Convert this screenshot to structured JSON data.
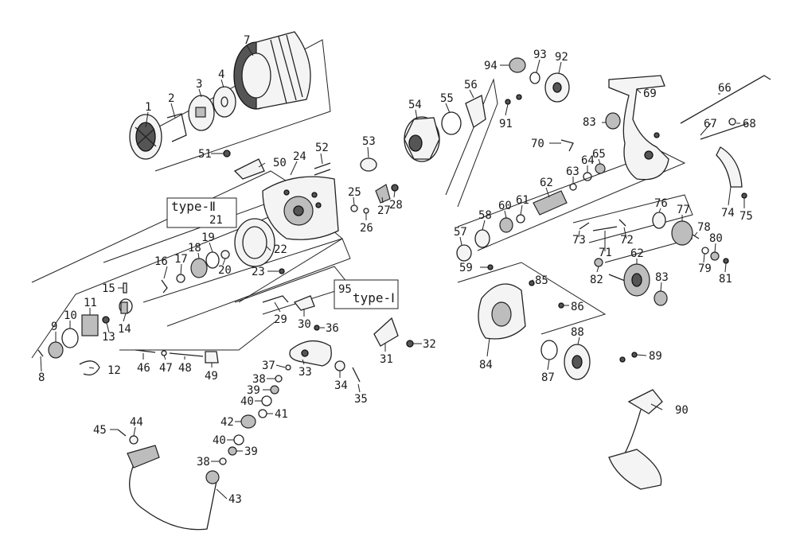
{
  "type_labels": {
    "type_ii": "type-Ⅱ",
    "type_i": "type-Ⅰ"
  },
  "labels": {
    "p1": "1",
    "p2": "2",
    "p3": "3",
    "p4": "4",
    "p7": "7",
    "p8": "8",
    "p9": "9",
    "p10": "10",
    "p11": "11",
    "p12": "12",
    "p13": "13",
    "p14": "14",
    "p15": "15",
    "p16": "16",
    "p17": "17",
    "p18": "18",
    "p19": "19",
    "p20": "20",
    "p21": "21",
    "p22": "22",
    "p23": "23",
    "p24": "24",
    "p25": "25",
    "p26": "26",
    "p27": "27",
    "p28": "28",
    "p29": "29",
    "p30": "30",
    "p31": "31",
    "p32": "32",
    "p33": "33",
    "p34": "34",
    "p35": "35",
    "p36": "36",
    "p37": "37",
    "p38a": "38",
    "p38b": "38",
    "p39a": "39",
    "p39b": "39",
    "p40a": "40",
    "p40b": "40",
    "p41": "41",
    "p42": "42",
    "p43": "43",
    "p44": "44",
    "p45": "45",
    "p46": "46",
    "p47": "47",
    "p48": "48",
    "p49": "49",
    "p50": "50",
    "p51": "51",
    "p52": "52",
    "p53": "53",
    "p54": "54",
    "p55": "55",
    "p56": "56",
    "p57": "57",
    "p58": "58",
    "p59": "59",
    "p60": "60",
    "p61": "61",
    "p62a": "62",
    "p62b": "62",
    "p63": "63",
    "p64": "64",
    "p65": "65",
    "p66": "66",
    "p67": "67",
    "p68": "68",
    "p69": "69",
    "p70": "70",
    "p71": "71",
    "p72": "72",
    "p73": "73",
    "p74": "74",
    "p75": "75",
    "p76": "76",
    "p77": "77",
    "p78": "78",
    "p79": "79",
    "p80": "80",
    "p81": "81",
    "p82": "82",
    "p83a": "83",
    "p83b": "83",
    "p84": "84",
    "p85": "85",
    "p86": "86",
    "p87": "87",
    "p88": "88",
    "p89": "89",
    "p90": "90",
    "p91": "91",
    "p92": "92",
    "p93": "93",
    "p94": "94",
    "p95": "95"
  }
}
